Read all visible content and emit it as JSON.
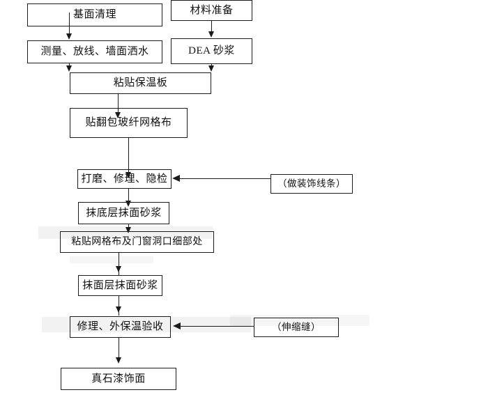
{
  "diagram": {
    "type": "flowchart",
    "orientation": "top-to-bottom",
    "nodes": [
      {
        "id": "base-cleaning",
        "label": "基面清理"
      },
      {
        "id": "material-prep",
        "label": "材料准备"
      },
      {
        "id": "measure-line-water",
        "label": "测量、放线、墙面洒水"
      },
      {
        "id": "dea-mortar",
        "label": "DEA 砂浆"
      },
      {
        "id": "paste-insulation",
        "label": "粘贴保温板"
      },
      {
        "id": "wrap-mesh-cloth",
        "label": "贴翻包玻纤网格布"
      },
      {
        "id": "grind-repair-check",
        "label": "打磨、修理、隐检"
      },
      {
        "id": "decor-line-note",
        "label": "（做装饰线条）"
      },
      {
        "id": "base-mortar-layer",
        "label": "抹底层抹面砂浆"
      },
      {
        "id": "paste-mesh-details",
        "label": "粘贴网格布及门窗洞口细部处"
      },
      {
        "id": "face-mortar-layer",
        "label": "抹面层抹面砂浆"
      },
      {
        "id": "repair-acceptance",
        "label": "修理、外保温验收"
      },
      {
        "id": "expansion-joint",
        "label": "（伸缩缝）"
      },
      {
        "id": "stone-paint-finish",
        "label": "真石漆饰面"
      }
    ],
    "edges": [
      {
        "from": "base-cleaning",
        "to": "measure-line-water",
        "direction": "down"
      },
      {
        "from": "material-prep",
        "to": "dea-mortar",
        "direction": "down"
      },
      {
        "from": "measure-line-water",
        "to": "paste-insulation",
        "direction": "down"
      },
      {
        "from": "dea-mortar",
        "to": "paste-insulation",
        "direction": "down"
      },
      {
        "from": "paste-insulation",
        "to": "wrap-mesh-cloth",
        "direction": "down"
      },
      {
        "from": "wrap-mesh-cloth",
        "to": "grind-repair-check",
        "direction": "down"
      },
      {
        "from": "decor-line-note",
        "to": "grind-repair-check",
        "direction": "left"
      },
      {
        "from": "grind-repair-check",
        "to": "base-mortar-layer",
        "direction": "down"
      },
      {
        "from": "base-mortar-layer",
        "to": "paste-mesh-details",
        "direction": "down"
      },
      {
        "from": "paste-mesh-details",
        "to": "face-mortar-layer",
        "direction": "down"
      },
      {
        "from": "face-mortar-layer",
        "to": "repair-acceptance",
        "direction": "down"
      },
      {
        "from": "expansion-joint",
        "to": "repair-acceptance",
        "direction": "left"
      },
      {
        "from": "repair-acceptance",
        "to": "stone-paint-finish",
        "direction": "down"
      }
    ],
    "colors": {
      "stroke": "#1a1a1a",
      "text": "#111111",
      "background": "#ffffff"
    }
  }
}
